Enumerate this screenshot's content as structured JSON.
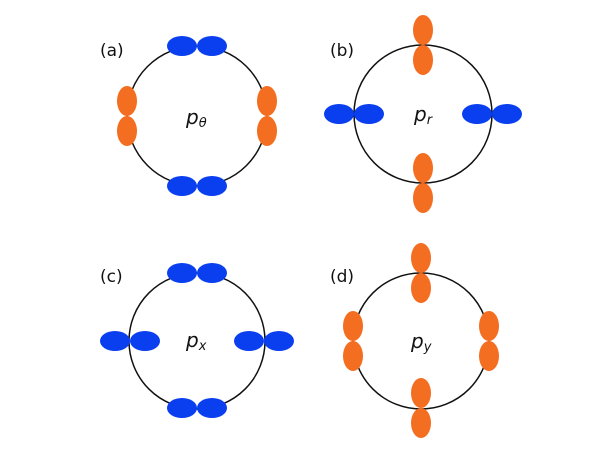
{
  "colors": {
    "lobe_blue": "#0a3ff0",
    "lobe_orange": "#f46e22",
    "ring": "#111111"
  },
  "panels": [
    {
      "letter": "(a)",
      "label": {
        "main": "p",
        "sub": "θ"
      },
      "lobes": {
        "top": "blue-h",
        "bottom": "blue-h",
        "left": "orange-v",
        "right": "orange-v"
      }
    },
    {
      "letter": "(b)",
      "label": {
        "main": "p",
        "sub": "r"
      },
      "lobes": {
        "top": "orange-v",
        "bottom": "orange-v",
        "left": "blue-h",
        "right": "blue-h"
      }
    },
    {
      "letter": "(c)",
      "label": {
        "main": "p",
        "sub": "x"
      },
      "lobes": {
        "top": "blue-h",
        "bottom": "blue-h",
        "left": "blue-h",
        "right": "blue-h"
      }
    },
    {
      "letter": "(d)",
      "label": {
        "main": "p",
        "sub": "y"
      },
      "lobes": {
        "top": "orange-v",
        "bottom": "orange-v",
        "left": "orange-v",
        "right": "orange-v"
      }
    }
  ]
}
